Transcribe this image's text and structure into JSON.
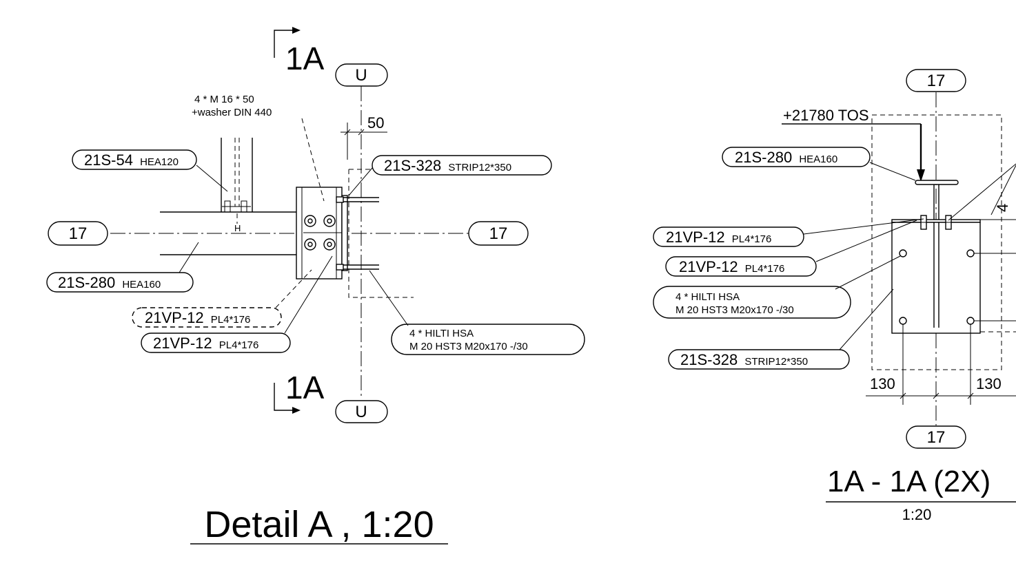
{
  "detail_a": {
    "title": "Detail A , 1:20",
    "section_top": "1A",
    "section_bottom": "1A",
    "grid_u_top": "U",
    "grid_u_bottom": "U",
    "grid_17_left": "17",
    "grid_17_right": "17",
    "bolt_note_line1": "4 * M 16 * 50",
    "bolt_note_line2": "+washer DIN 440",
    "dim_50": "50",
    "dim_h": "H",
    "beam_top_mark": "21S-54",
    "beam_top_profile": "HEA120",
    "strip_mark": "21S-328",
    "strip_profile": "STRIP12*350",
    "beam_mark": "21S-280",
    "beam_profile": "HEA160",
    "plate1_mark": "21VP-12",
    "plate1_profile": "PL4*176",
    "plate2_mark": "21VP-12",
    "plate2_profile": "PL4*176",
    "anchor_line1": "4 * HILTI HSA",
    "anchor_line2": "M 20 HST3 M20x170 -/30"
  },
  "section_1a": {
    "title": "1A - 1A (2X)",
    "scale": "1:20",
    "grid_top": "17",
    "grid_bottom": "17",
    "level": "+21780 TOS",
    "beam_mark": "21S-280",
    "beam_profile": "HEA160",
    "plate1_mark": "21VP-12",
    "plate1_profile": "PL4*176",
    "plate2_mark": "21VP-12",
    "plate2_profile": "PL4*176",
    "anchor_line1": "4 * HILTI HSA",
    "anchor_line2": "M 20 HST3 M20x170 -/30",
    "strip_mark": "21S-328",
    "strip_profile": "STRIP12*350",
    "dim_left": "130",
    "dim_right": "130",
    "dim_4": "4"
  }
}
